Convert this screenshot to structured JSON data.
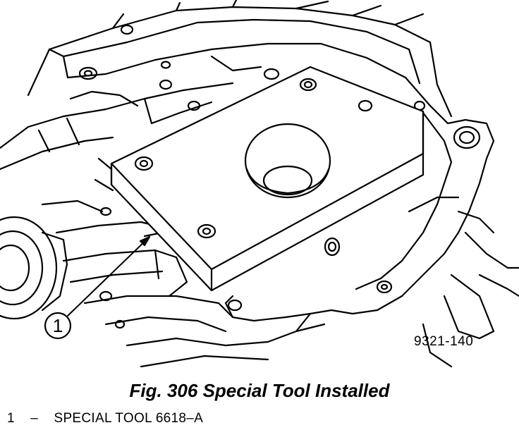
{
  "figure": {
    "drawing_number": "9321-140",
    "caption": "Fig. 306 Special Tool Installed",
    "callouts": [
      {
        "number": "1"
      }
    ]
  },
  "legend": {
    "items": [
      {
        "number": "1",
        "separator": "–",
        "text": "SPECIAL TOOL 6618–A"
      }
    ]
  }
}
